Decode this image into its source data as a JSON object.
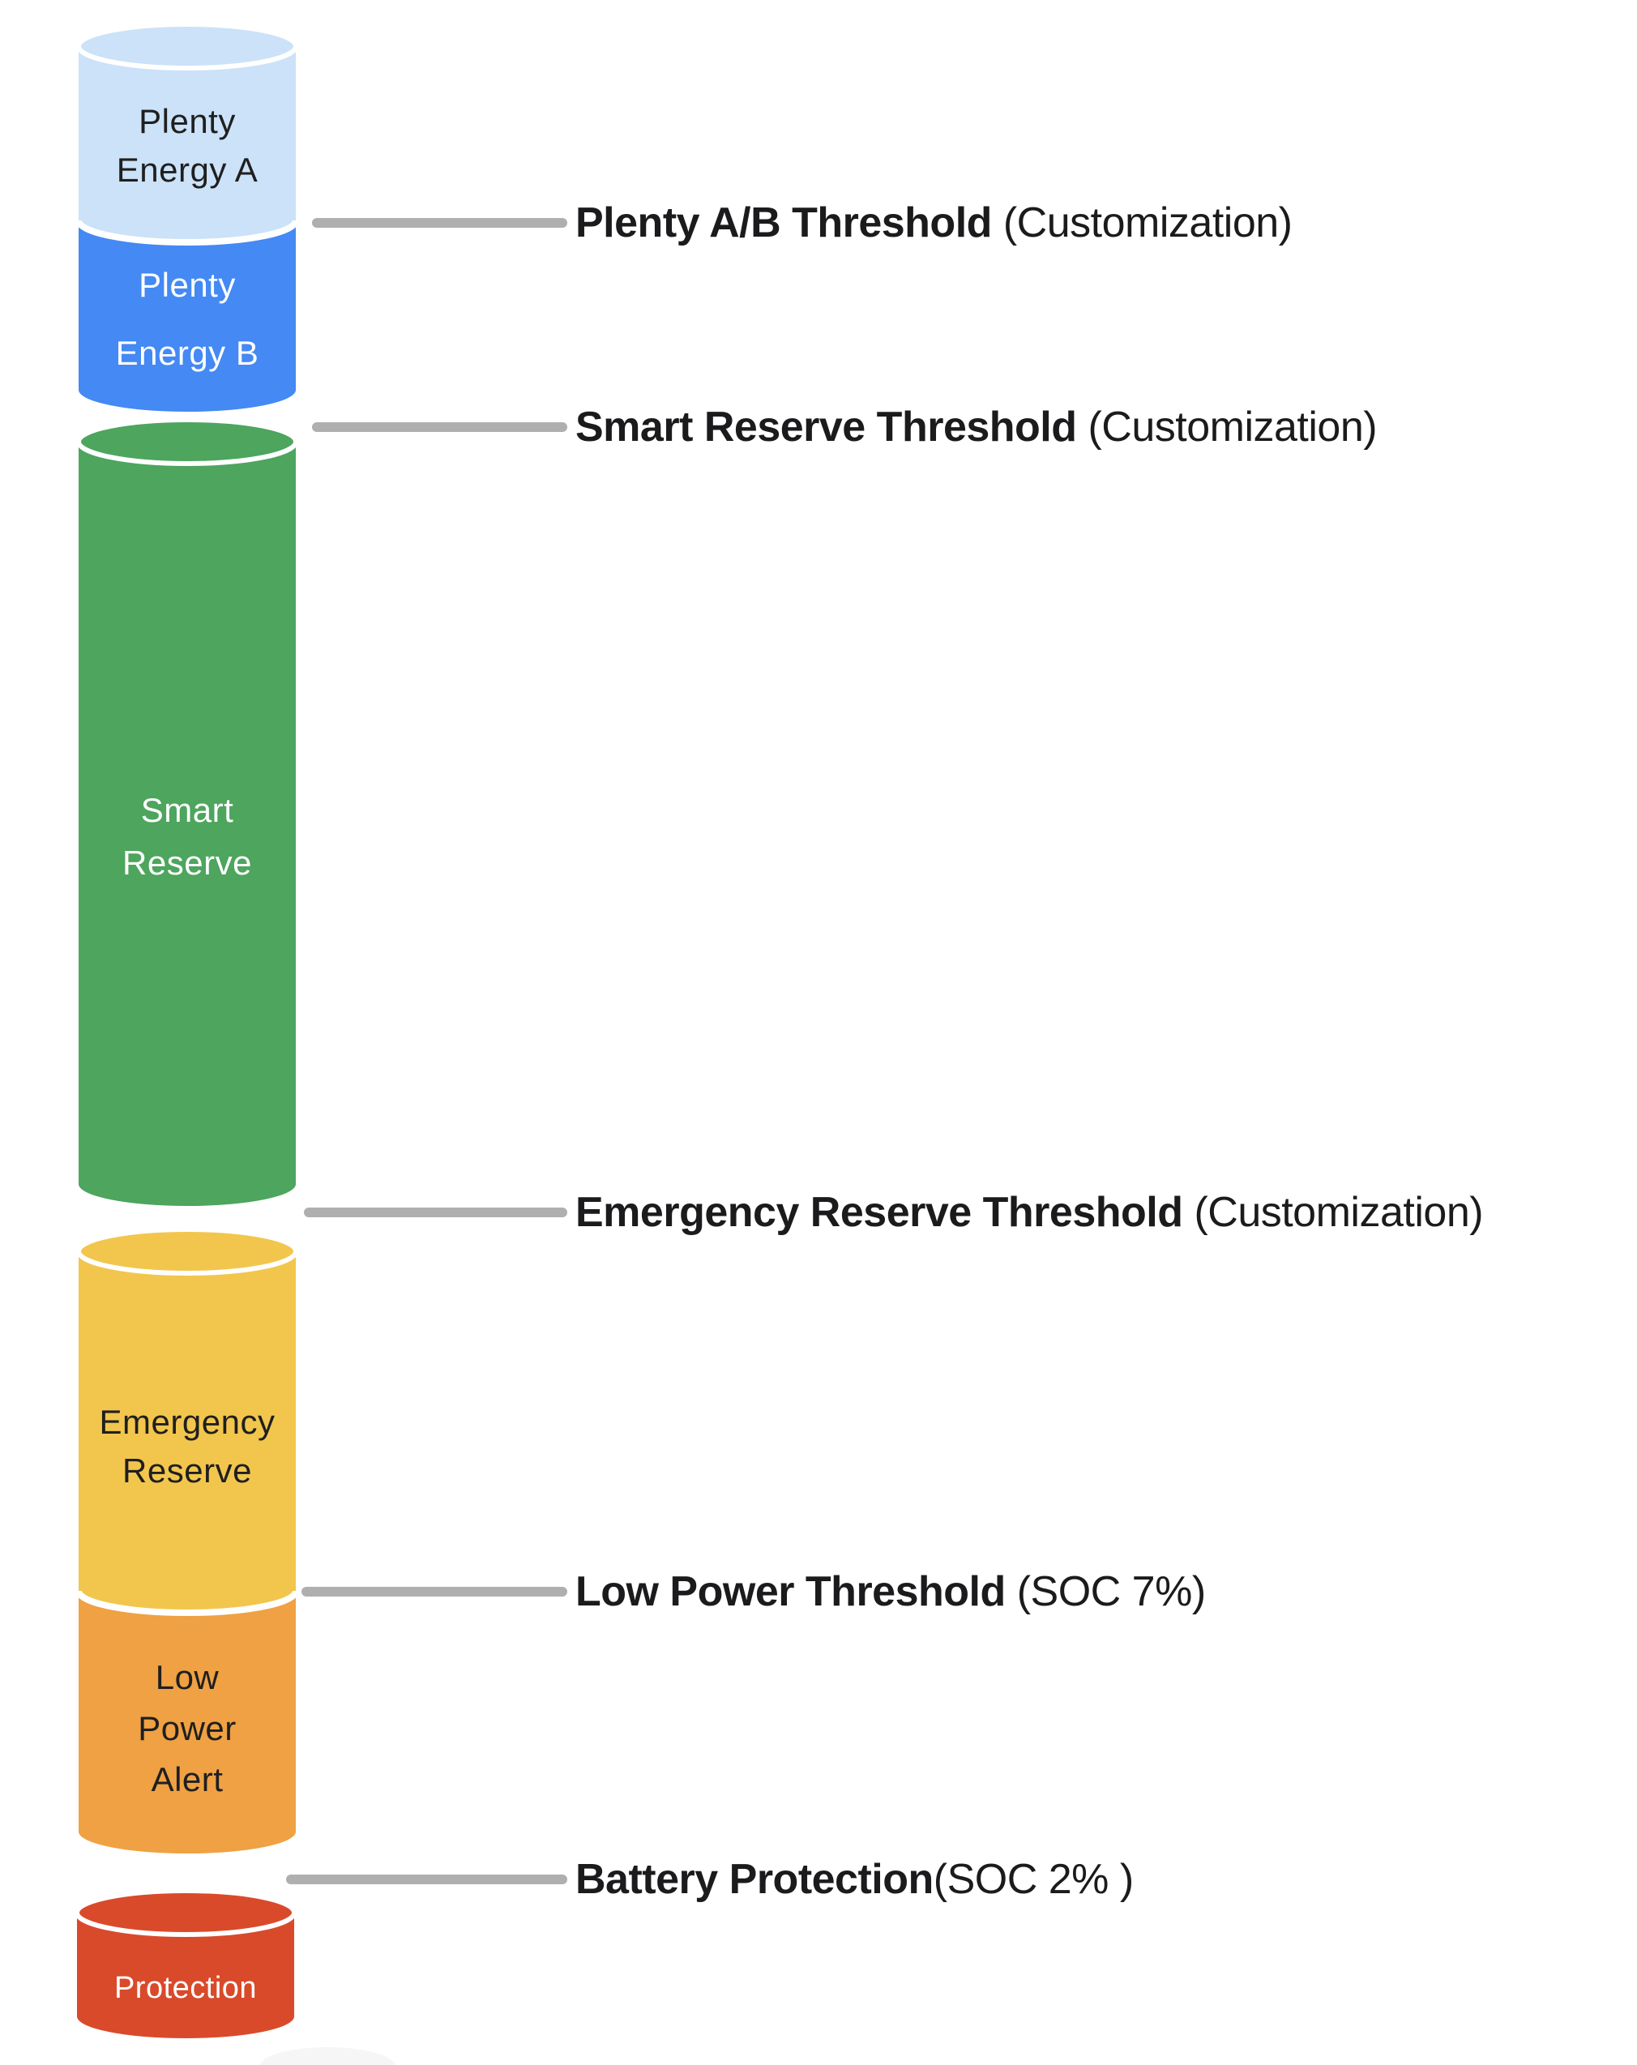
{
  "colors": {
    "plenty_a": "#CBE2F8",
    "plenty_b": "#4489F4",
    "smart_reserve": "#4DA55E",
    "emergency_reserve": "#F2C64D",
    "low_power_alert": "#EFA143",
    "protection": "#D94A2B",
    "threshold_line": "#AFAFAF",
    "label_text": "#1B1B1D",
    "separator": "#FFFFFF",
    "footer_shape": "#F6F6F7"
  },
  "sections": {
    "plenty_a": {
      "line1": "Plenty",
      "line2": "Energy A"
    },
    "plenty_b": {
      "line1": "Plenty",
      "line2": "Energy B"
    },
    "smart_reserve": {
      "line1": "Smart",
      "line2": "Reserve"
    },
    "emergency_reserve": {
      "line1": "Emergency",
      "line2": "Reserve"
    },
    "low_power_alert": {
      "line1": "Low",
      "line2": "Power",
      "line3": "Alert"
    },
    "protection": {
      "line1": "Protection"
    }
  },
  "thresholds": {
    "plenty_ab": {
      "bold": "Plenty A/B Threshold",
      "note": " (Customization)"
    },
    "smart_reserve": {
      "bold": "Smart Reserve Threshold",
      "note": " (Customization)"
    },
    "emergency_reserve": {
      "bold": "Emergency Reserve Threshold",
      "note": " (Customization)"
    },
    "low_power": {
      "bold": "Low Power Threshold",
      "note": " (SOC 7%)"
    },
    "battery_protection": {
      "bold": "Battery Protection",
      "note": "(SOC 2% )"
    }
  }
}
